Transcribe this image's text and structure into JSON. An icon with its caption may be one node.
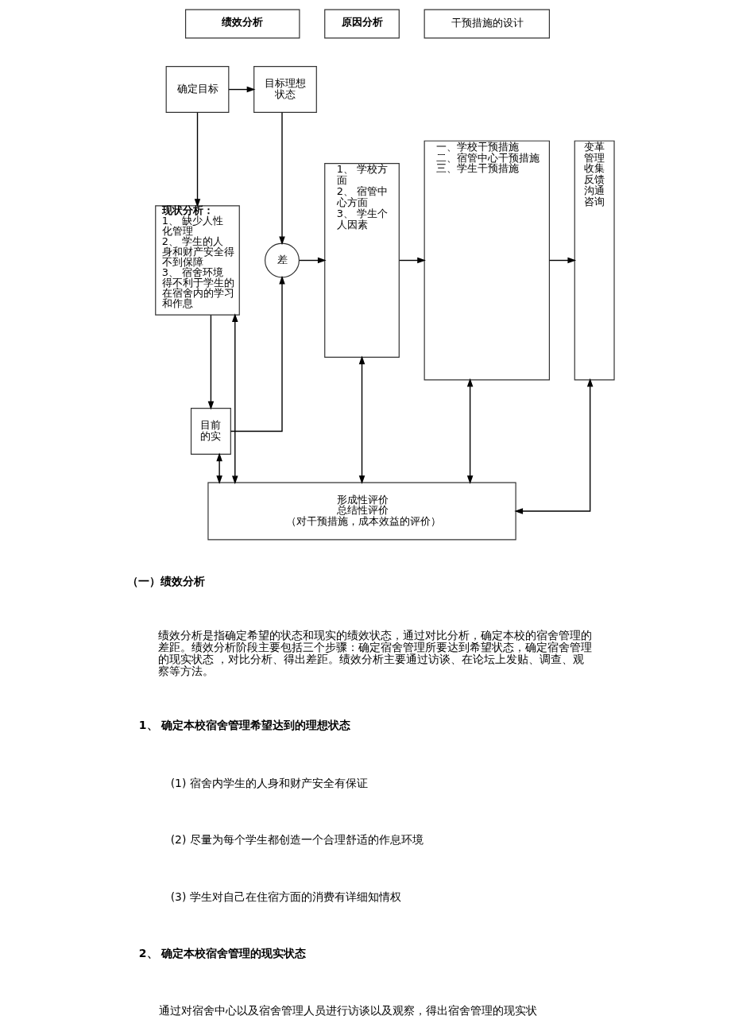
{
  "diagram": {
    "nodes": [
      {
        "text": [
          "绩效分析"
        ]
      },
      {
        "text": [
          "确定目标"
        ]
      },
      {
        "text": [
          "目标理想状态"
        ]
      },
      {
        "text": [
          "现状分析：",
          "1、 缺少人性化管理",
          "2、 学生的人身和财产安全得不到保障",
          "3、 宿舍环境得不利于学生的在宿舍内的学习和作息"
        ]
      },
      {
        "text": [
          "差"
        ]
      },
      {
        "text": [
          "目前的实"
        ]
      },
      {
        "text": [
          "原因分析"
        ]
      },
      {
        "text": [
          "1、 学校方面",
          "2、 宿管中心方面",
          "3、 学生个人因素"
        ]
      },
      {
        "text": [
          "干预措施的设计"
        ]
      },
      {
        "text": [
          "一、学校干预措施",
          "二、宿管中心干预措施",
          "三、学生干预措施"
        ]
      },
      {
        "text": [
          "变革管理",
          "收集反馈",
          "沟通咨询"
        ]
      },
      {
        "text": [
          "形成性评价",
          "总结性评价",
          "（对干预措施，成本效益的评价）"
        ]
      }
    ],
    "edges": [
      {
        "from": 1,
        "to": 2,
        "arrow": "to"
      },
      {
        "from": 1,
        "to": 3,
        "arrow": "to"
      },
      {
        "from": 2,
        "to": 4,
        "arrow": "to"
      },
      {
        "from": 3,
        "to": 5,
        "arrow": "to"
      },
      {
        "from": 5,
        "to": 4,
        "arrow": "to"
      },
      {
        "from": 4,
        "to": 7,
        "arrow": "to"
      },
      {
        "from": 7,
        "to": 9,
        "arrow": "to"
      },
      {
        "from": 9,
        "to": 10,
        "arrow": "to"
      },
      {
        "from": 3,
        "to": 11,
        "arrow": "both"
      },
      {
        "from": 5,
        "to": 11,
        "arrow": "both"
      },
      {
        "from": 7,
        "to": 11,
        "arrow": "both"
      },
      {
        "from": 9,
        "to": 11,
        "arrow": "both"
      },
      {
        "from": 10,
        "to": 11,
        "arrow": "both"
      }
    ],
    "labels": [
      "（一）绩效分析",
      "绩效分析是指确定希望的状态和现实的绩效状态，通过对比分析，确定本校的宿舍管理的差距。绩效分析阶段主要包括三个步骤：确定宿舍管理所要达到希望状态，确定宿舍管理的现实状态 ，对比分析、得出差距。绩效分析主要通过访谈、在论坛上发贴、调查、观察等方法。",
      "1、 确定本校宿舍管理希望达到的理想状态",
      "(1) 宿舍内学生的人身和财产安全有保证",
      "(2) 尽量为每个学生都创造一个合理舒适的作息环境",
      "(3) 学生对自己在住宿方面的消费有详细知情权",
      "2、 确定本校宿舍管理的现实状态",
      "通过对宿舍中心以及宿舍管理人员进行访谈以及观察，得出宿舍管理的现实状"
    ]
  }
}
